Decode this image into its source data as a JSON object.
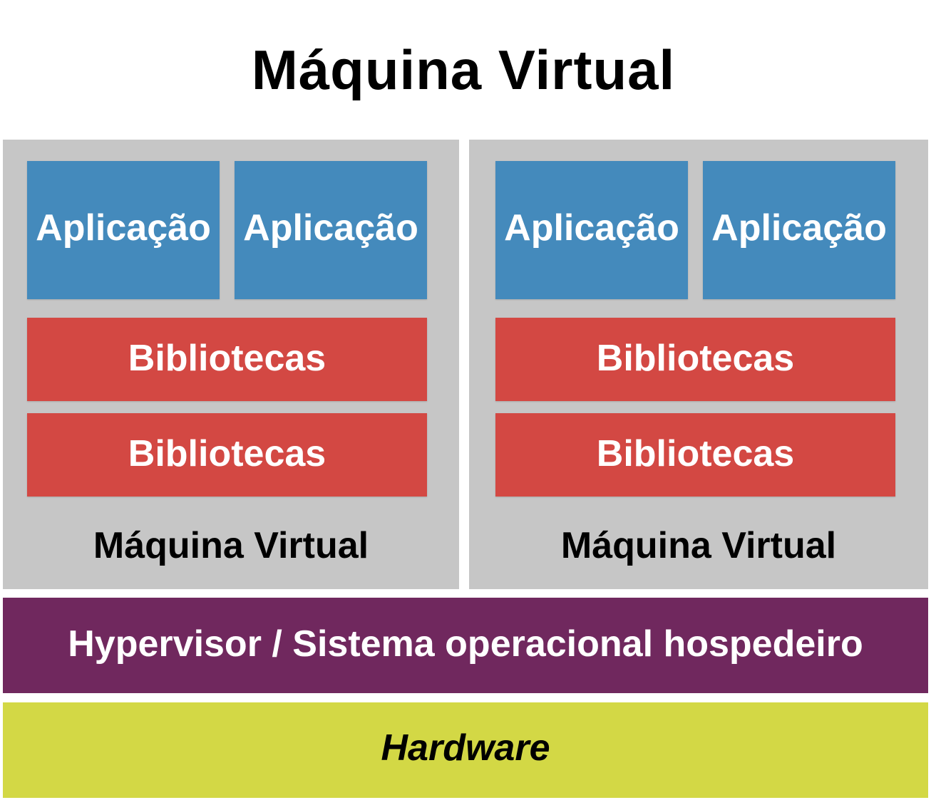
{
  "title": "Máquina Virtual",
  "colors": {
    "vm_background": "#c6c6c6",
    "application": "#448abc",
    "libraries": "#d34843",
    "hypervisor": "#70285e",
    "hardware": "#d3d845"
  },
  "virtual_machines": [
    {
      "applications": [
        "Aplicação",
        "Aplicação"
      ],
      "libraries": [
        "Bibliotecas",
        "Bibliotecas"
      ],
      "label": "Máquina Virtual"
    },
    {
      "applications": [
        "Aplicação",
        "Aplicação"
      ],
      "libraries": [
        "Bibliotecas",
        "Bibliotecas"
      ],
      "label": "Máquina Virtual"
    }
  ],
  "hypervisor": "Hypervisor / Sistema operacional hospedeiro",
  "hardware": "Hardware"
}
